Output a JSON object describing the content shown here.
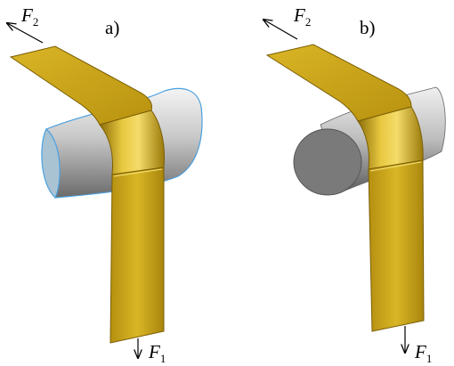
{
  "panels": [
    {
      "label": "a)",
      "force_top": {
        "symbol": "F",
        "subscript": "2"
      },
      "force_bottom": {
        "symbol": "F",
        "subscript": "1"
      }
    },
    {
      "label": "b)",
      "force_top": {
        "symbol": "F",
        "subscript": "2"
      },
      "force_bottom": {
        "symbol": "F",
        "subscript": "1"
      }
    }
  ],
  "colors": {
    "belt": "#c9a318",
    "belt_highlight": "#f0d35a",
    "belt_shadow": "#8c6e08",
    "cylinder_light": "#f2f2f2",
    "cylinder_dark": "#6e6e6e",
    "cylinder_end_a": "#9fb8c8",
    "cylinder_end_b": "#777777",
    "outline_a": "#4aa0e0",
    "arrow": "#000000"
  }
}
